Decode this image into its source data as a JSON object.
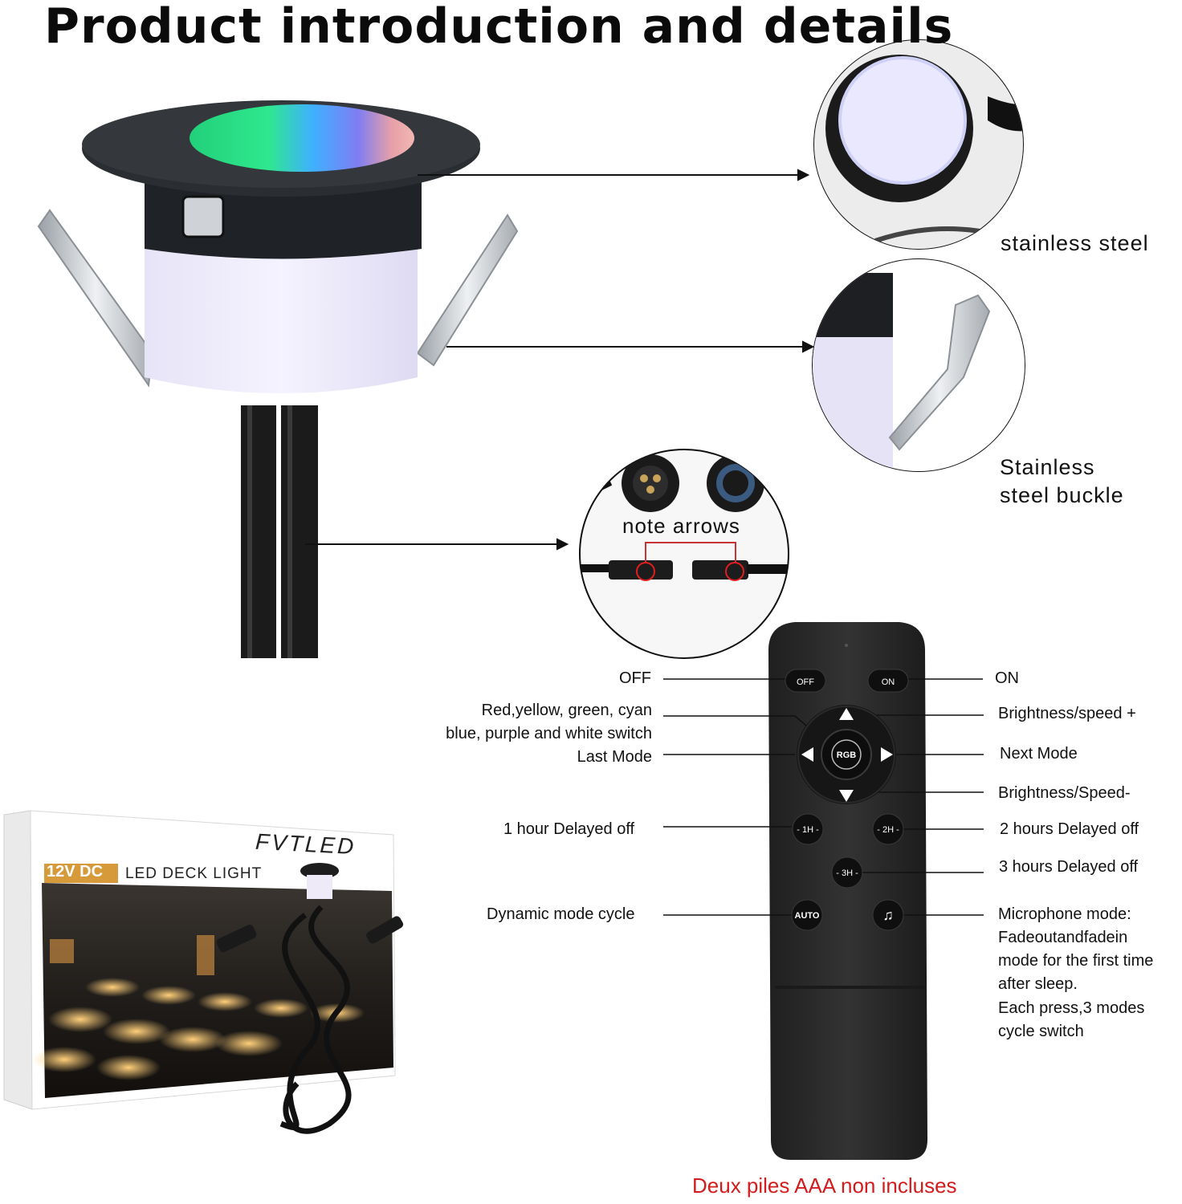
{
  "title": "Product introduction and details",
  "callouts": {
    "stainless_steel": "stainless steel",
    "buckle_line1": "Stainless",
    "buckle_line2": "steel buckle",
    "note_arrows": "note arrows"
  },
  "box": {
    "brand": "FVTLED",
    "voltage": "12V DC",
    "product": "LED DECK LIGHT"
  },
  "remote": {
    "buttons": {
      "off": "OFF",
      "on": "ON",
      "rgb": "RGB",
      "h1": "- 1H -",
      "h2": "- 2H -",
      "h3": "- 3H -",
      "auto": "AUTO"
    },
    "labels": {
      "off": "OFF",
      "on": "ON",
      "color_line1": "Red,yellow, green, cyan",
      "color_line2": "blue, purple and white switch",
      "last_mode": "Last Mode",
      "bright_plus": "Brightness/speed +",
      "next_mode": "Next Mode",
      "bright_minus": "Brightness/Speed-",
      "delay_1h": "1 hour Delayed off",
      "delay_2h": "2 hours Delayed off",
      "delay_3h": "3 hours Delayed off",
      "dynamic": "Dynamic mode cycle",
      "mic_1": "Microphone mode:",
      "mic_2": "Fadeoutandfadein",
      "mic_3": "mode for the first time",
      "mic_4": "after sleep.",
      "mic_5": "Each press,3 modes",
      "mic_6": "cycle switch"
    }
  },
  "footnote": "Deux piles AAA non incluses",
  "colors": {
    "footnote": "#d31c1c",
    "remote_body": "#2b2b2b",
    "lamp_trim": "#2a2d31"
  }
}
